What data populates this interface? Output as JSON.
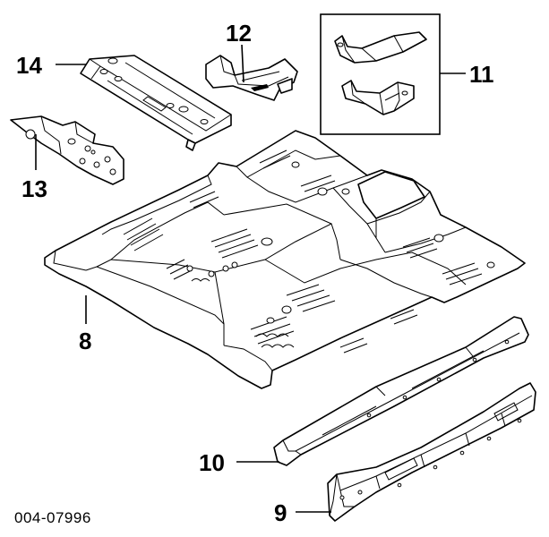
{
  "diagram": {
    "document_id": "004-07996",
    "callouts": [
      {
        "id": "8",
        "label": "8"
      },
      {
        "id": "9",
        "label": "9"
      },
      {
        "id": "10",
        "label": "10"
      },
      {
        "id": "11",
        "label": "11"
      },
      {
        "id": "12",
        "label": "12"
      },
      {
        "id": "13",
        "label": "13"
      },
      {
        "id": "14",
        "label": "14"
      }
    ]
  }
}
